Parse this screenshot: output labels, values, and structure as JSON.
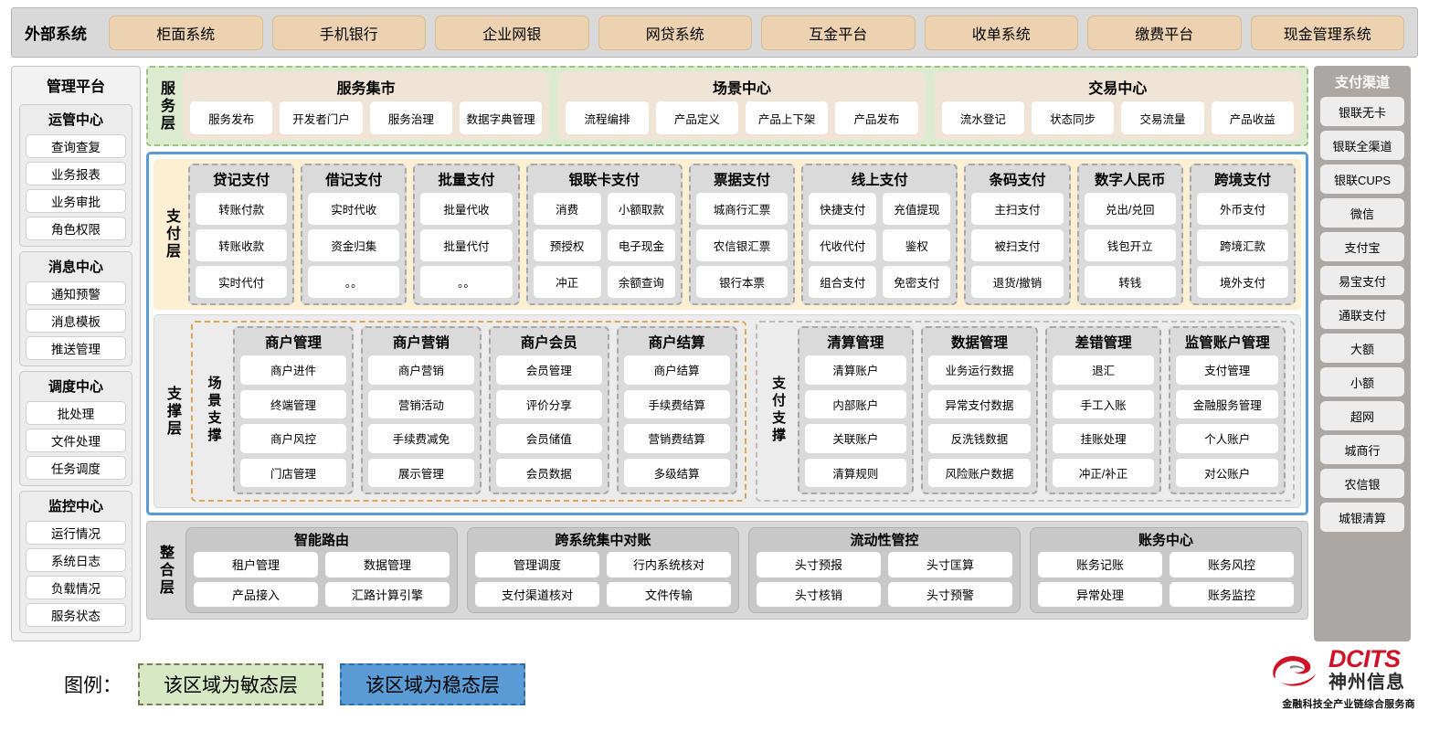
{
  "external": {
    "title": "外部系统",
    "items": [
      "柜面系统",
      "手机银行",
      "企业网银",
      "网贷系统",
      "互金平台",
      "收单系统",
      "缴费平台",
      "现金管理系统"
    ]
  },
  "management": {
    "title": "管理平台",
    "groups": [
      {
        "title": "运管中心",
        "items": [
          "查询查复",
          "业务报表",
          "业务审批",
          "角色权限"
        ]
      },
      {
        "title": "消息中心",
        "items": [
          "通知预警",
          "消息模板",
          "推送管理"
        ]
      },
      {
        "title": "调度中心",
        "items": [
          "批处理",
          "文件处理",
          "任务调度"
        ]
      },
      {
        "title": "监控中心",
        "items": [
          "运行情况",
          "系统日志",
          "负载情况",
          "服务状态"
        ]
      }
    ]
  },
  "channels": {
    "title": "支付渠道",
    "items": [
      "银联无卡",
      "银联全渠道",
      "银联CUPS",
      "微信",
      "支付宝",
      "易宝支付",
      "通联支付",
      "大额",
      "小额",
      "超网",
      "城商行",
      "农信银",
      "城银清算"
    ]
  },
  "service_layer": {
    "label": "服务层",
    "cards": [
      {
        "title": "服务集市",
        "items": [
          "服务发布",
          "开发者门户",
          "服务治理",
          "数据字典管理"
        ]
      },
      {
        "title": "场景中心",
        "items": [
          "流程编排",
          "产品定义",
          "产品上下架",
          "产品发布"
        ]
      },
      {
        "title": "交易中心",
        "items": [
          "流水登记",
          "状态同步",
          "交易流量",
          "产品收益"
        ]
      }
    ]
  },
  "payment_layer": {
    "label": "支付层",
    "groups": [
      {
        "title": "贷记支付",
        "cols": 1,
        "rows": [
          [
            "转账付款"
          ],
          [
            "转账收款"
          ],
          [
            "实时代付"
          ]
        ]
      },
      {
        "title": "借记支付",
        "cols": 1,
        "rows": [
          [
            "实时代收"
          ],
          [
            "资金归集"
          ],
          [
            "。。"
          ]
        ]
      },
      {
        "title": "批量支付",
        "cols": 1,
        "rows": [
          [
            "批量代收"
          ],
          [
            "批量代付"
          ],
          [
            "。。"
          ]
        ]
      },
      {
        "title": "银联卡支付",
        "cols": 2,
        "rows": [
          [
            "消费",
            "小额取款"
          ],
          [
            "预授权",
            "电子现金"
          ],
          [
            "冲正",
            "余额查询"
          ]
        ]
      },
      {
        "title": "票据支付",
        "cols": 1,
        "rows": [
          [
            "城商行汇票"
          ],
          [
            "农信银汇票"
          ],
          [
            "银行本票"
          ]
        ]
      },
      {
        "title": "线上支付",
        "cols": 2,
        "rows": [
          [
            "快捷支付",
            "充值提现"
          ],
          [
            "代收代付",
            "鉴权"
          ],
          [
            "组合支付",
            "免密支付"
          ]
        ]
      },
      {
        "title": "条码支付",
        "cols": 1,
        "rows": [
          [
            "主扫支付"
          ],
          [
            "被扫支付"
          ],
          [
            "退货/撤销"
          ]
        ]
      },
      {
        "title": "数字人民币",
        "cols": 1,
        "rows": [
          [
            "兑出/兑回"
          ],
          [
            "钱包开立"
          ],
          [
            "转钱"
          ]
        ]
      },
      {
        "title": "跨境支付",
        "cols": 1,
        "rows": [
          [
            "外币支付"
          ],
          [
            "跨境汇款"
          ],
          [
            "境外支付"
          ]
        ]
      }
    ]
  },
  "support_layer": {
    "label": "支撑层",
    "boxes": [
      {
        "label": "场景支撑",
        "groups": [
          {
            "title": "商户管理",
            "items": [
              "商户进件",
              "终端管理",
              "商户风控",
              "门店管理"
            ]
          },
          {
            "title": "商户营销",
            "items": [
              "商户营销",
              "营销活动",
              "手续费减免",
              "展示管理"
            ]
          },
          {
            "title": "商户会员",
            "items": [
              "会员管理",
              "评价分享",
              "会员储值",
              "会员数据"
            ]
          },
          {
            "title": "商户结算",
            "items": [
              "商户结算",
              "手续费结算",
              "营销费结算",
              "多级结算"
            ]
          }
        ]
      },
      {
        "label": "支付支撑",
        "groups": [
          {
            "title": "清算管理",
            "items": [
              "清算账户",
              "内部账户",
              "关联账户",
              "清算规则"
            ]
          },
          {
            "title": "数据管理",
            "items": [
              "业务运行数据",
              "异常支付数据",
              "反洗钱数据",
              "风险账户数据"
            ]
          },
          {
            "title": "差错管理",
            "items": [
              "退汇",
              "手工入账",
              "挂账处理",
              "冲正/补正"
            ]
          },
          {
            "title": "监管账户管理",
            "items": [
              "支付管理",
              "金融服务管理",
              "个人账户",
              "对公账户"
            ]
          }
        ]
      }
    ]
  },
  "integration_layer": {
    "label": "整合层",
    "cards": [
      {
        "title": "智能路由",
        "rows": [
          [
            "租户管理",
            "数据管理"
          ],
          [
            "产品接入",
            "汇路计算引擎"
          ]
        ]
      },
      {
        "title": "跨系统集中对账",
        "rows": [
          [
            "管理调度",
            "行内系统核对"
          ],
          [
            "支付渠道核对",
            "文件传输"
          ]
        ]
      },
      {
        "title": "流动性管控",
        "rows": [
          [
            "头寸预报",
            "头寸匡算"
          ],
          [
            "头寸核销",
            "头寸预警"
          ]
        ]
      },
      {
        "title": "账务中心",
        "rows": [
          [
            "账务记账",
            "账务风控"
          ],
          [
            "异常处理",
            "账务监控"
          ]
        ]
      }
    ]
  },
  "legend": {
    "label": "图例：",
    "agile": "该区域为敏态层",
    "stable": "该区域为稳态层"
  },
  "logo": {
    "name": "DCITS",
    "cn": "神州信息",
    "tagline": "金融科技全产业链综合服务商",
    "color": "#cf1226"
  }
}
